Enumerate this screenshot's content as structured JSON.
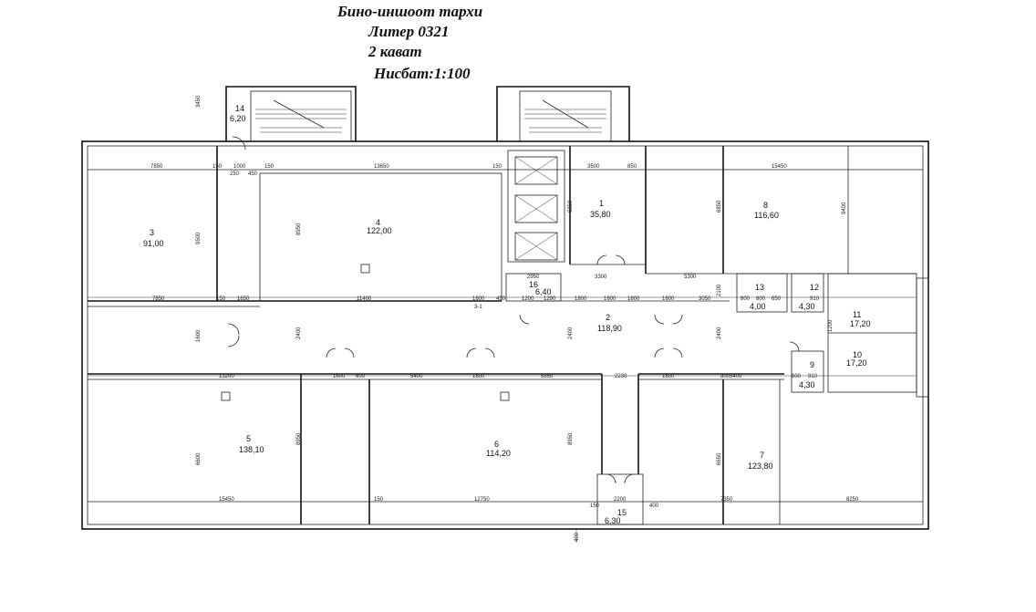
{
  "title": {
    "line1": "Бино-иншоот тархи",
    "line2": "Литер  0321",
    "line3": "2   кават",
    "line4": "Нисбат:1:100"
  },
  "rooms": [
    {
      "num": "1",
      "area": "35,80"
    },
    {
      "num": "2",
      "area": "118,90"
    },
    {
      "num": "3",
      "area": "91,00"
    },
    {
      "num": "4",
      "area": "122,00"
    },
    {
      "num": "5",
      "area": "138,10"
    },
    {
      "num": "6",
      "area": "114,20"
    },
    {
      "num": "7",
      "area": "123,80"
    },
    {
      "num": "8",
      "area": "116,60"
    },
    {
      "num": "9",
      "area": "4,30"
    },
    {
      "num": "10",
      "area": "17,20"
    },
    {
      "num": "11",
      "area": "17,20"
    },
    {
      "num": "12",
      "area": "4,30"
    },
    {
      "num": "13",
      "area": "4,00"
    },
    {
      "num": "14",
      "area": "6,20"
    },
    {
      "num": "15",
      "area": "6,30"
    },
    {
      "num": "16",
      "area": "6,40"
    }
  ],
  "dims": {
    "top_row": [
      "7850",
      "150",
      "1000",
      "150",
      "13650",
      "150",
      "3500",
      "850",
      "15450"
    ],
    "top_small": [
      "250",
      "450"
    ],
    "upper_mid": [
      "7850",
      "150",
      "1650",
      "11400",
      "1600",
      "450",
      "1200",
      "1290",
      "1800",
      "1600",
      "1600",
      "1600",
      "3050",
      "800",
      "800",
      "650",
      "910"
    ],
    "box_16": [
      "2950",
      "3300",
      "5300"
    ],
    "lower_mid": [
      "13200",
      "1600",
      "600",
      "5400",
      "1600",
      "5850",
      "2230",
      "1600",
      "800",
      "5400",
      "800",
      "910"
    ],
    "bottom_row": [
      "15450",
      "150",
      "12750",
      "150",
      "2200",
      "400",
      "7350",
      "8250"
    ],
    "vertical": [
      "3450",
      "9500",
      "8950",
      "6850",
      "6850",
      "2400",
      "2400",
      "2400",
      "1600",
      "6600",
      "8950",
      "8950",
      "6650",
      "9400",
      "1200",
      "2100",
      "400"
    ],
    "misc": [
      "3-1"
    ]
  }
}
